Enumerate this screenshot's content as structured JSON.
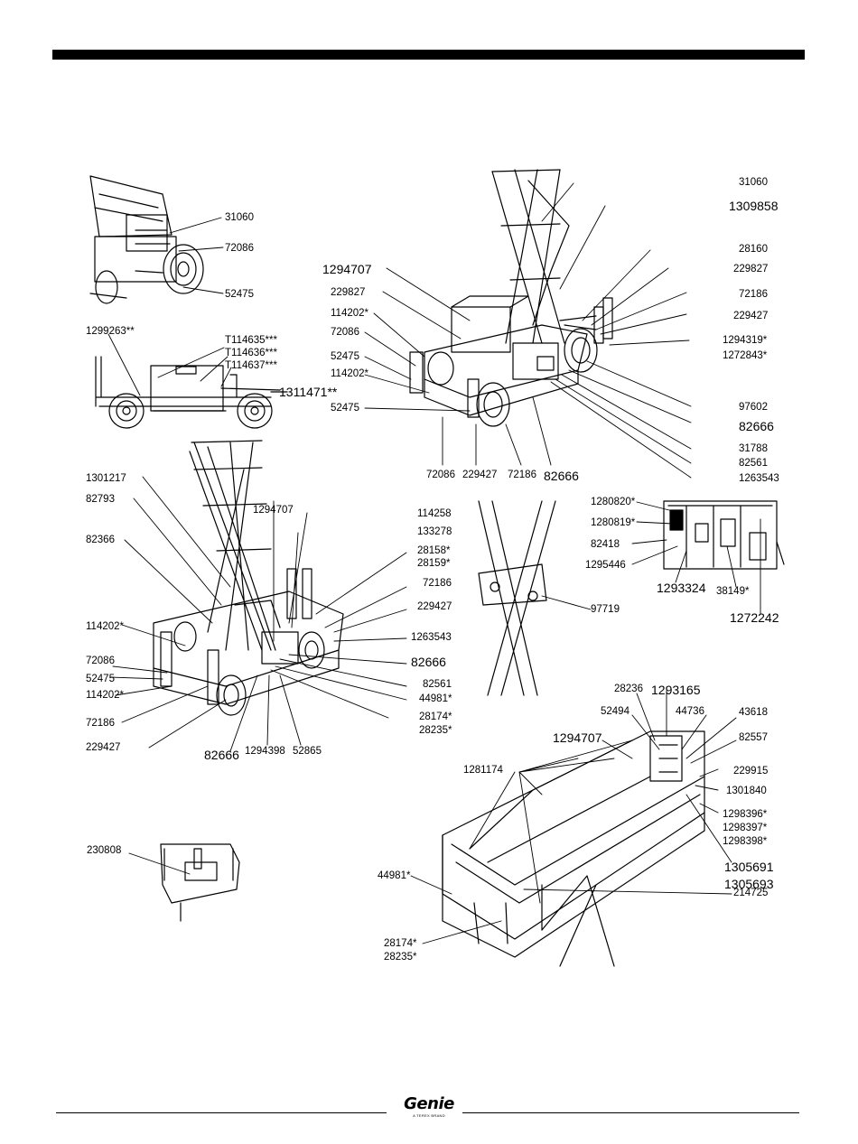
{
  "brand": {
    "name": "Genie",
    "tagline": "A TEREX BRAND"
  },
  "callouts": {
    "a": [
      "31060",
      "72086",
      "52475"
    ],
    "b": [
      "1299263**",
      "T114635***",
      "T114636***",
      "T114637***",
      "1311471**"
    ],
    "c_left": [
      "1294707",
      "229827",
      "114202*",
      "72086",
      "52475",
      "114202*",
      "52475"
    ],
    "c_right": [
      "31060",
      "1309858",
      "28160",
      "229827",
      "72186",
      "229427",
      "1294319*",
      "1272843*",
      "97602",
      "82666",
      "31788",
      "82561",
      "1263543"
    ],
    "c_bottom": [
      "72086",
      "229427",
      "72186",
      "82666"
    ],
    "d_left": [
      "1301217",
      "82793",
      "82366",
      "114202*",
      "72086",
      "52475",
      "114202*",
      "72186",
      "229427"
    ],
    "d_top": [
      "1294707"
    ],
    "d_right": [
      "114258",
      "133278",
      "28158*",
      "28159*",
      "72186",
      "229427",
      "1263543",
      "82666",
      "82561",
      "44981*",
      "28174*",
      "28235*"
    ],
    "d_bottom": [
      "82666",
      "1294398",
      "52865"
    ],
    "e": [
      "97719"
    ],
    "f": [
      "1280820*",
      "1280819*",
      "82418",
      "1295446",
      "1293324",
      "38149*",
      "1272242"
    ],
    "g": [
      "230808"
    ],
    "h_top": [
      "28236",
      "1293165",
      "52494",
      "44736",
      "43618",
      "1294707",
      "82557",
      "1281174"
    ],
    "h_right": [
      "229915",
      "1301840",
      "1298396*",
      "1298397*",
      "1298398*",
      "1305691",
      "1305693",
      "214725"
    ],
    "h_left": [
      "44981*",
      "28174*",
      "28235*"
    ]
  }
}
